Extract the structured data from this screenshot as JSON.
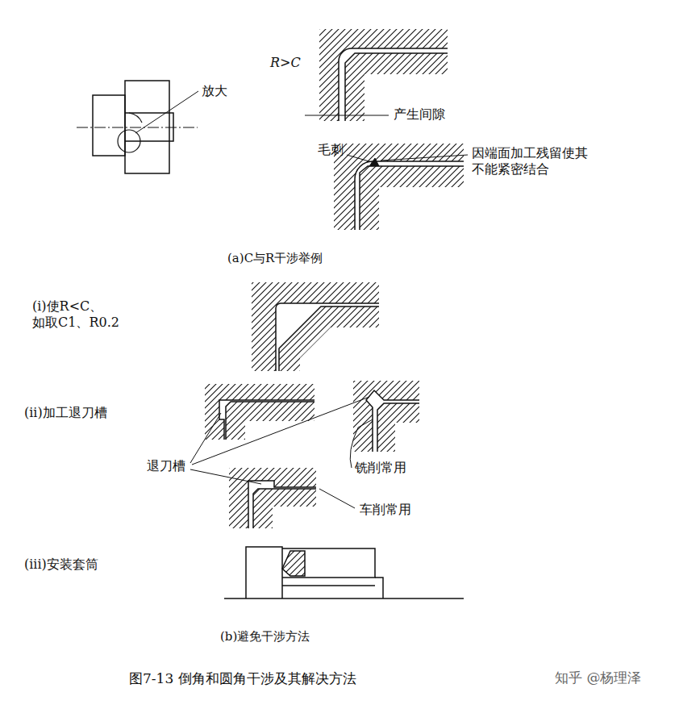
{
  "diagram": {
    "caption": "图7-13 倒角和圆角干涉及其解决方法",
    "labels": [
      "放大",
      "R>C",
      "产生间隙",
      "毛刺",
      "因端面加工残留使其不能紧密结合",
      "(a)C与R干涉举例",
      "(i)使R<C、 如取C1、R0.2",
      "(ii)加工退刀槽",
      "退刀槽",
      "铣削常用",
      "车削常用",
      "(iii)安装套筒",
      "(b)避免干涉方法",
      "知乎 @杨理泽"
    ]
  }
}
